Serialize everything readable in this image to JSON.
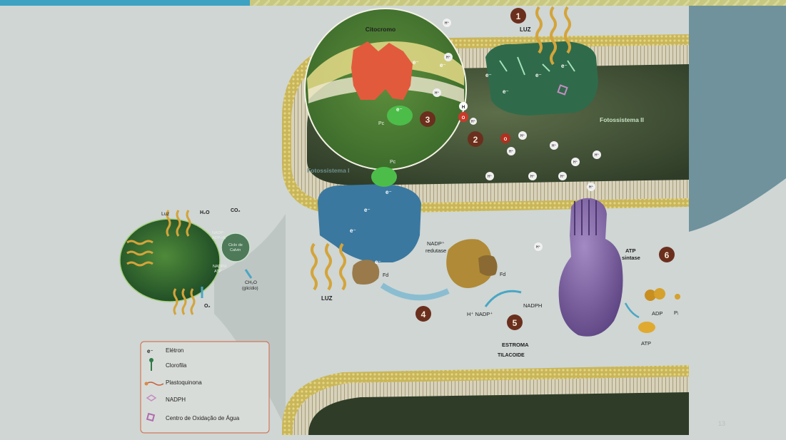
{
  "labels": {
    "citocromo": "Citocromo",
    "luz_top": "LUZ",
    "fotossistema_ii": "Fotossistema II",
    "fotossistema_i": "Fotossistema I",
    "pc1": "Pc",
    "pc2": "Pc",
    "fd1": "Fd",
    "fd2": "Fd",
    "nadp_redutase_1": "NADP⁺",
    "nadp_redutase_2": "redutase",
    "luz_bottom": "LUZ",
    "h_nadp": "H⁺ NADP⁺",
    "nadph": "NADPH",
    "atp_sintase_1": "ATP",
    "atp_sintase_2": "sintase",
    "adp": "ADP",
    "pi": "Pᵢ",
    "atp": "ATP",
    "estroma": "ESTROMA",
    "tilacoide": "TILACOIDE",
    "page_number": "13"
  },
  "electrons": {
    "e1": "e⁻",
    "e2": "e⁻",
    "e3": "e⁻",
    "e4": "e⁻",
    "e5": "e⁻",
    "e6": "e⁻",
    "e7": "e⁻",
    "e8": "e⁻",
    "e9": "e⁻",
    "e10": "e⁻",
    "e11": "e⁻"
  },
  "protons": {
    "h": "H⁺",
    "h_plain": "H",
    "o_plain": "O"
  },
  "steps": [
    "1",
    "2",
    "3",
    "4",
    "5",
    "6"
  ],
  "chloroplast": {
    "luz": "Luz",
    "h2o": "H₂O",
    "co2": "CO₂",
    "nadp_adp_1": "NADP⁺",
    "nadp_adp_2": "ADP+Pᵢ",
    "ciclo_1": "Ciclo de",
    "ciclo_2": "Calvin",
    "nadph_atp_1": "NADPH",
    "nadph_atp_2": "ATP",
    "ch2o_1": "CH₂O",
    "ch2o_2": "(glicídio)",
    "o2": "O₂"
  },
  "legend": {
    "items": [
      {
        "symbol": "e⁻",
        "label": "Elétron",
        "icon": "electron-symbol"
      },
      {
        "label": "Clorofila",
        "icon": "chlorophyll-icon"
      },
      {
        "label": "Plastoquinona",
        "icon": "plastoquinone-icon"
      },
      {
        "label": "NADPH",
        "icon": "nadph-icon"
      },
      {
        "label": "Centro de Oxidação de Água",
        "icon": "water-oxidation-center-icon"
      }
    ]
  },
  "colors": {
    "background": "#cfd6d4",
    "teal_banner": "#4aa6c4",
    "slate_panel": "#7a9ea8",
    "membrane_gold": "#c7b456",
    "lumen_green": "#4b5b3c",
    "cytochrome": "#e25a3c",
    "photosystem_ii": "#2f6b4a",
    "photosystem_i": "#3a78a0",
    "atp_synthase": "#8a6cab",
    "step_badge": "#6b2f1e",
    "light_wave": "#d4a43a"
  }
}
